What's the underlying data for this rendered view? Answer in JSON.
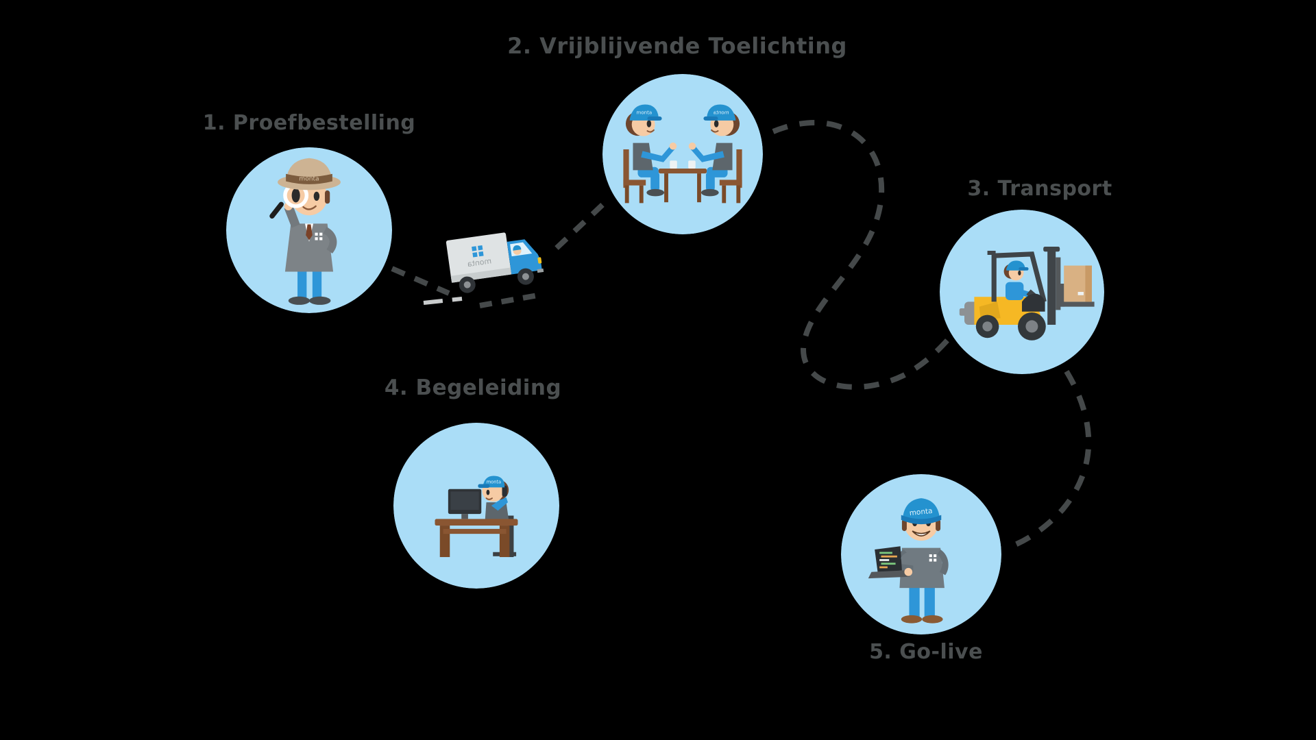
{
  "brand": {
    "name": "monta"
  },
  "steps": [
    {
      "number": "1",
      "label": "1. Proefbestelling",
      "illustration": "detective-with-magnifying-glass"
    },
    {
      "number": "2",
      "label": "2. Vrijblijvende Toelichting",
      "illustration": "two-people-talking-at-table"
    },
    {
      "number": "3",
      "label": "3. Transport",
      "illustration": "forklift-carrying-box"
    },
    {
      "number": "4",
      "label": "4. Begeleiding",
      "illustration": "support-agent-at-desk-on-phone"
    },
    {
      "number": "5",
      "label": "5. Go-live",
      "illustration": "monta-man-holding-laptop-with-code"
    }
  ],
  "connector": {
    "style": "dashed",
    "color": "#45494a",
    "light_color": "#c9cccd"
  },
  "colors": {
    "background": "#000000",
    "label_text": "#4b4f50",
    "circle_fill": "#aaddf7",
    "cap_blue": "#2492cf",
    "cap_brim": "#1a7ab8",
    "shirt_blue": "#2e96d8",
    "vest_gray": "#5d666c",
    "coat_gray": "#7d8387",
    "skin": "#f6cba4",
    "hair_brown": "#6e452d",
    "wood_brown": "#8a5632",
    "wood_dark": "#7a4a28",
    "hat_tan": "#cdb393",
    "hat_band": "#7c5c3e",
    "forklift_yellow": "#f6b824",
    "box_tan": "#d9b183",
    "truck_body": "#dfe3e4",
    "code_green": "#7ec97e",
    "code_orange": "#e8a552"
  }
}
